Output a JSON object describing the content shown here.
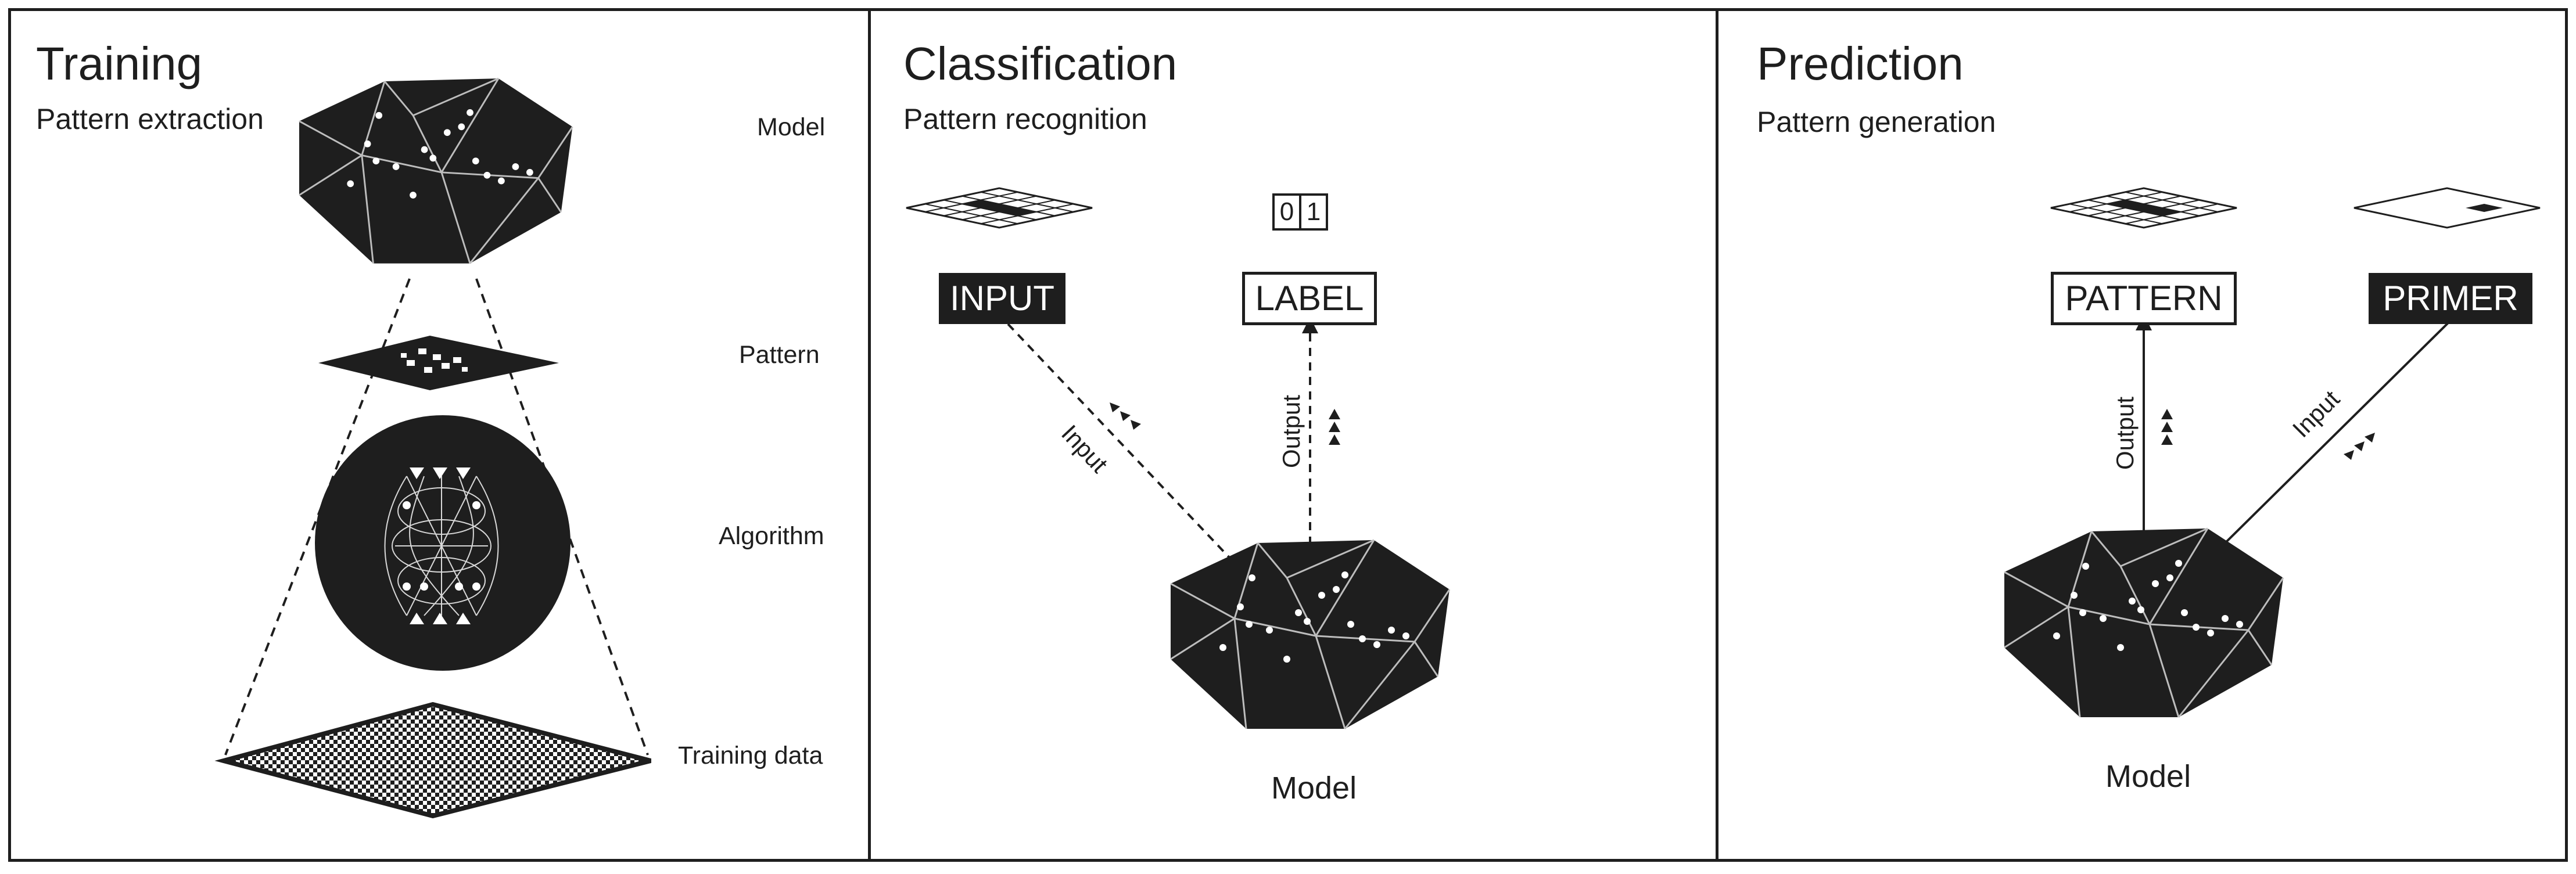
{
  "colors": {
    "ink": "#1e1e1e",
    "background": "#ffffff",
    "mesh": "#bdbdbd"
  },
  "training": {
    "title": "Training",
    "subtitle": "Pattern extraction",
    "labels": {
      "model": "Model",
      "pattern": "Pattern",
      "algorithm": "Algorithm",
      "training_data": "Training data"
    }
  },
  "classification": {
    "title": "Classification",
    "subtitle": "Pattern recognition",
    "input_box": "INPUT",
    "label_box": "LABEL",
    "digits": [
      "0",
      "1"
    ],
    "input_arrow": "Input",
    "output_arrow": "Output",
    "model_label": "Model"
  },
  "prediction": {
    "title": "Prediction",
    "subtitle": "Pattern generation",
    "pattern_box": "PATTERN",
    "primer_box": "PRIMER",
    "output_arrow": "Output",
    "input_arrow": "Input",
    "model_label": "Model"
  }
}
